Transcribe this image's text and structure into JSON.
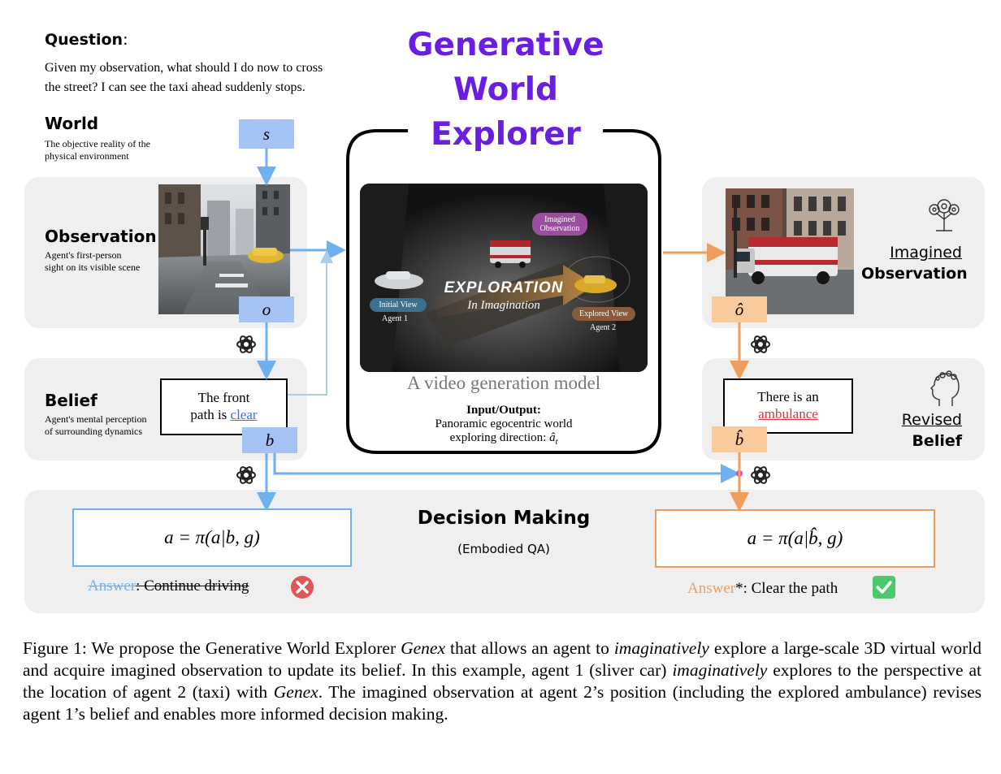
{
  "title": {
    "line1": "Generative",
    "line2": "World",
    "line3": "Explorer"
  },
  "question": {
    "label": "Question",
    "colon": ":",
    "line1": "Given my observation, what should I do now to cross",
    "line2": "the street? I can see the taxi ahead suddenly stops."
  },
  "world": {
    "label": "World",
    "desc1": "The objective reality of the",
    "desc2": "physical environment",
    "symbol": "s"
  },
  "observation": {
    "label": "Observation",
    "desc1": "Agent's first-person",
    "desc2": "sight on its visible scene",
    "symbol": "o"
  },
  "belief": {
    "label": "Belief",
    "desc1": "Agent's mental perception",
    "desc2": "of surrounding dynamics",
    "symbol": "b",
    "text1": "The front",
    "text2": "path is ",
    "text_link": "clear"
  },
  "model": {
    "bubble_imagined": "Imagined Observation",
    "bubble_initial": "Initial View",
    "agent1": "Agent 1",
    "bubble_explored": "Explored View",
    "agent2": "Agent 2",
    "exploration": "EXPLORATION",
    "in_imagination": "In Imagination",
    "caption": "A video generation  model",
    "io_label": "Input/Output:",
    "io_line1": "Panoramic egocentric world",
    "io_line2": "exploring direction: ",
    "io_symbol": "â",
    "io_sub": "t"
  },
  "imagined_observation": {
    "label_line1": "Imagined",
    "label_line2": "Observation",
    "symbol": "ô"
  },
  "revised_belief": {
    "label_line1": "Revised",
    "label_line2": "Belief",
    "text1": "There is an",
    "text_link": "ambulance",
    "symbol": "b̂"
  },
  "decision": {
    "title": "Decision Making",
    "subtitle": "(Embodied QA)",
    "formula_left_a": "a = π(a|",
    "formula_left_b": "b",
    "formula_left_c": ", g)",
    "formula_right_b": "b̂",
    "answer_left_label": "Answer",
    "answer_left_text": ": Continue driving",
    "answer_right_label": "Answer",
    "answer_right_text": "*: Clear the path"
  },
  "figure_caption": {
    "p1": "Figure 1:  We propose the Generative World Explorer ",
    "p2": "Genex",
    "p3": " that allows an agent to ",
    "p4": "imaginatively",
    "p5": " explore a large-scale 3D virtual world and acquire imagined observation to update its belief.  In this example, agent 1 (sliver car) ",
    "p6": "imaginatively",
    "p7": " explores to the perspective at the location of agent 2 (taxi) with ",
    "p8": "Genex",
    "p9": ". The imagined observation at agent 2’s position (including the explored ambulance) revises agent 1’s belief and enables more informed decision making."
  },
  "colors": {
    "title": "#6a1de3",
    "blue": "#6eb1ee",
    "blue_tag": "#a4c2f4",
    "orange": "#ee9e5a",
    "orange_tag": "#f9cb9c",
    "panel": "#efefef",
    "red_link": "#d6344a",
    "blue_link": "#3a6ee0",
    "wrong": "#e25555",
    "correct": "#4cc76a"
  },
  "icons": [
    "openai-logo-icon",
    "tree-mind-icon",
    "head-thought-icon",
    "cross-icon",
    "check-icon"
  ]
}
